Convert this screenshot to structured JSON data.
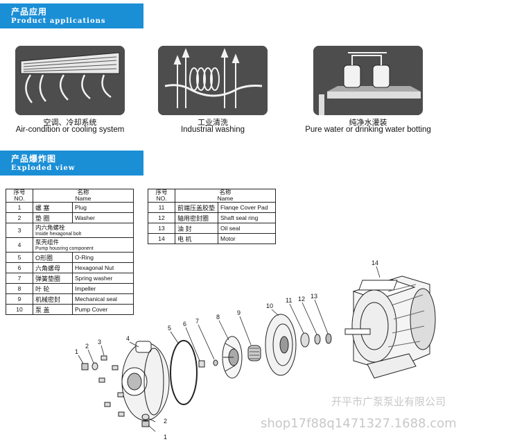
{
  "sections": {
    "applications": {
      "title_cn": "产品应用",
      "title_en": "Product applications"
    },
    "exploded": {
      "title_cn": "产品爆炸图",
      "title_en": "Exploded view"
    }
  },
  "applications": [
    {
      "caption_cn": "空调、冷却系统",
      "caption_en": "Air-condition or cooling system",
      "icon": "air-condition-icon"
    },
    {
      "caption_cn": "工业清洗",
      "caption_en": "Industrial washing",
      "icon": "industrial-washing-icon"
    },
    {
      "caption_cn": "纯净水灌装",
      "caption_en": "Pure water or drinking water botting",
      "icon": "water-bottling-icon"
    }
  ],
  "parts_table_header": {
    "no_cn": "序号",
    "no_en": "NO.",
    "name_cn": "名称",
    "name_en": "Name"
  },
  "parts_left": [
    {
      "no": "1",
      "cn": "螺  塞",
      "en": "Plug"
    },
    {
      "no": "2",
      "cn": "垫  圈",
      "en": "Washer"
    },
    {
      "no": "3",
      "cn": "内六角螺栓",
      "en": "Inside hexagonal bolt"
    },
    {
      "no": "4",
      "cn": "泵壳组件",
      "en": "Pump housring component"
    },
    {
      "no": "5",
      "cn": "O形圈",
      "en": "O-Ring"
    },
    {
      "no": "6",
      "cn": "六角螺母",
      "en": "Hexagonal Nut"
    },
    {
      "no": "7",
      "cn": "弹簧垫圈",
      "en": "Spring washer"
    },
    {
      "no": "8",
      "cn": "叶  轮",
      "en": "Impeller"
    },
    {
      "no": "9",
      "cn": "机械密封",
      "en": "Mechanical seal"
    },
    {
      "no": "10",
      "cn": "泵  盖",
      "en": "Pump Cover"
    }
  ],
  "parts_right": [
    {
      "no": "11",
      "cn": "前端压盖胶垫",
      "en": "Flanqe Cover Pad"
    },
    {
      "no": "12",
      "cn": "轴用密封圈",
      "en": "Shaft seal ring"
    },
    {
      "no": "13",
      "cn": "油  封",
      "en": "Oil seal"
    },
    {
      "no": "14",
      "cn": "电  机",
      "en": "Motor"
    }
  ],
  "callouts": [
    "1",
    "2",
    "3",
    "4",
    "5",
    "6",
    "7",
    "8",
    "9",
    "10",
    "11",
    "12",
    "13",
    "14",
    "2",
    "1"
  ],
  "watermark": {
    "line1": "开平市广泵泵业有限公司",
    "line2": "shop17f88q1471327.1688.com"
  }
}
